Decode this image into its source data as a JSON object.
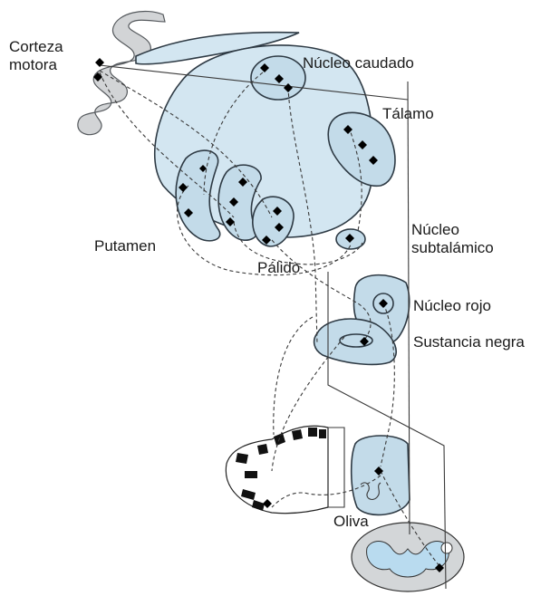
{
  "labels": {
    "corteza_motora": "Corteza\nmotora",
    "nucleo_caudado": "Núcleo caudado",
    "talamo": "Tálamo",
    "nucleo_subtalamico": "Núcleo\nsubtalámico",
    "putamen": "Putamen",
    "palido": "Pálido",
    "nucleo_rojo": "Núcleo rojo",
    "sustancia_negra": "Sustancia negra",
    "oliva": "Oliva"
  },
  "colors": {
    "structure_fill": "#d3e6f1",
    "cortex_fill": "#d2d4d6",
    "pathway_stroke": "#3a3a3a",
    "neuron_marker": "#000000"
  }
}
